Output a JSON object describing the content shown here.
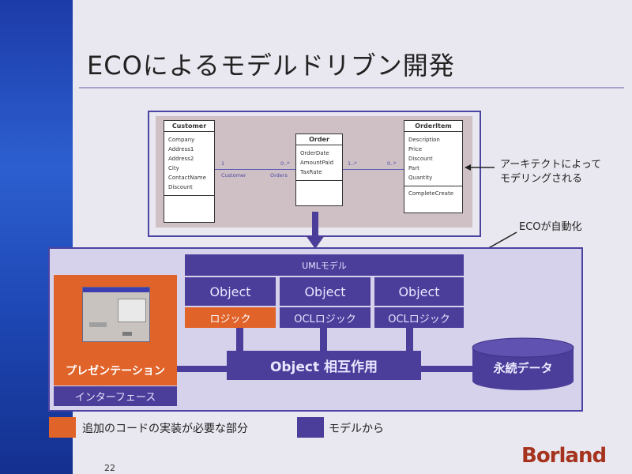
{
  "slide": {
    "title": "ECOによるモデルドリブン開発",
    "page_number": "22",
    "logo": "Borland"
  },
  "uml": {
    "classes": [
      {
        "name": "Customer",
        "attributes": [
          "Company",
          "Address1",
          "Address2",
          "City",
          "ContactName",
          "Discount"
        ],
        "operations": []
      },
      {
        "name": "Order",
        "attributes": [
          "OrderDate",
          "AmountPaid",
          "TaxRate"
        ],
        "operations": []
      },
      {
        "name": "OrderItem",
        "attributes": [
          "Description",
          "Price",
          "Discount",
          "Part",
          "Quantity"
        ],
        "operations": [
          "CompleteCreate"
        ]
      }
    ],
    "associations": {
      "left": {
        "mult_a": "1",
        "mult_b": "0..*",
        "role_a": "Customer",
        "role_b": "Orders"
      },
      "right": {
        "mult_a": "1..*",
        "mult_b": "0..*",
        "role_a": "",
        "role_b": ""
      }
    }
  },
  "annotations": {
    "architect": "アーキテクトによって\nモデリングされる",
    "eco_auto": "ECOが自動化"
  },
  "architecture": {
    "uml_model": "UMLモデル",
    "objects": [
      "Object",
      "Object",
      "Object"
    ],
    "logic": [
      "ロジック",
      "OCLロジック",
      "OCLロジック"
    ],
    "interaction": "Object 相互作用",
    "persistence": "永続データ",
    "presentation": "プレゼンテーション",
    "interface": "インターフェース"
  },
  "legend": {
    "additional_code": "追加のコードの実装が必要な部分",
    "from_model": "モデルから"
  },
  "colors": {
    "accent_purple": "#4b3d9a",
    "accent_orange": "#e0632a",
    "logo_red": "#a5331e"
  }
}
